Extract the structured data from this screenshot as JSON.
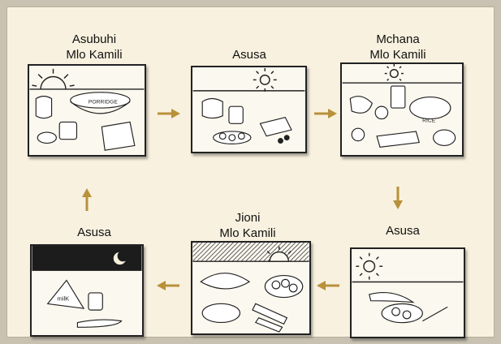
{
  "steps": [
    {
      "label_line1": "Asubuhi",
      "label_line2": "Mlo Kamili",
      "sky": "day",
      "meal": "breakfast",
      "icon": "rising-sun-icon",
      "food_text": "PORRIDGE"
    },
    {
      "label_line1": "",
      "label_line2": "Asusa",
      "sky": "day",
      "meal": "snack",
      "icon": "sun-icon"
    },
    {
      "label_line1": "Mchana",
      "label_line2": "Mlo Kamili",
      "sky": "day",
      "meal": "lunch",
      "icon": "sun-icon",
      "food_text": "RICE"
    },
    {
      "label_line1": "",
      "label_line2": "Asusa",
      "sky": "day",
      "meal": "snack",
      "icon": "sun-icon"
    },
    {
      "label_line1": "Jioni",
      "label_line2": "Mlo Kamili",
      "sky": "dusk",
      "meal": "dinner",
      "icon": "setting-sun-icon"
    },
    {
      "label_line1": "",
      "label_line2": "Asusa",
      "sky": "night",
      "meal": "snack",
      "icon": "moon-icon",
      "food_text": "milK"
    }
  ],
  "colors": {
    "background": "#f8f1df",
    "arrow": "#b8913a",
    "night": "#1c1c1c"
  }
}
